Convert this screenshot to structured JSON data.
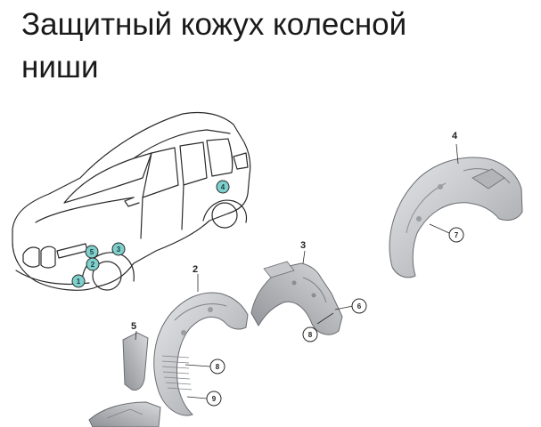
{
  "title": {
    "line1": "Защитный кожух колесной",
    "line2": "ниши"
  },
  "car_badges": [
    "1",
    "2",
    "3",
    "4",
    "5"
  ],
  "part_labels": [
    "2",
    "3",
    "4",
    "5"
  ],
  "ref_circles": [
    "6",
    "7",
    "8",
    "8",
    "9"
  ],
  "colors": {
    "badge_fill": "#7fd0cc",
    "part_fill": "#c9cbcd",
    "line": "#2a2a2a"
  }
}
